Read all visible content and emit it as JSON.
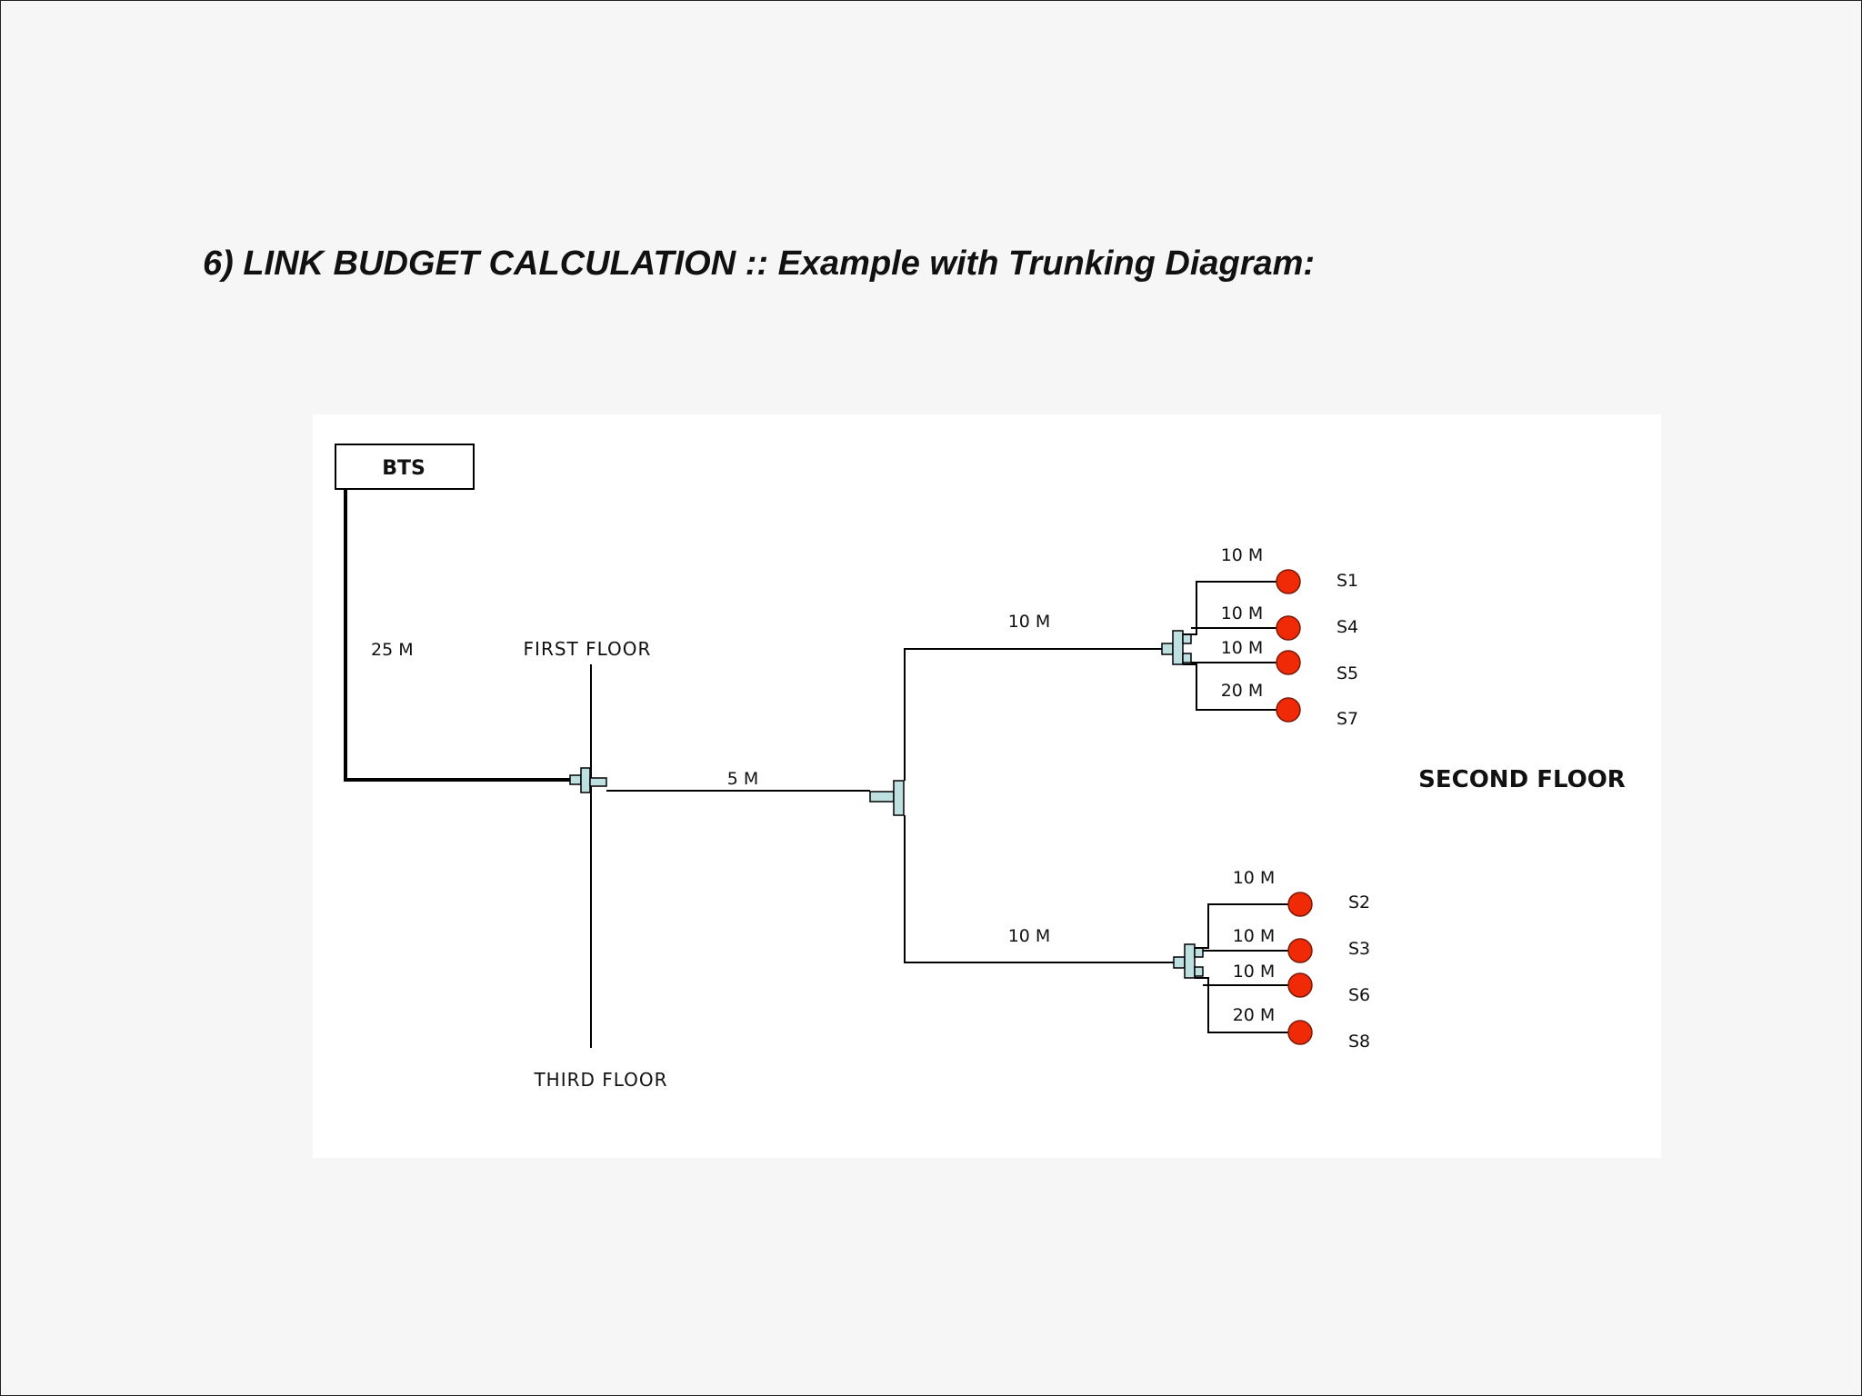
{
  "slide": {
    "title": "6)  LINK BUDGET CALCULATION :: Example with Trunking Diagram:"
  },
  "diagram": {
    "source_label": "BTS",
    "main_feed_length": "25 M",
    "riser_length": "5 M",
    "floors": {
      "first": "FIRST FLOOR",
      "second": "SECOND FLOOR",
      "third": "THIRD FLOOR"
    },
    "upper_branch": {
      "trunk_length": "10 M",
      "antennas": [
        {
          "id": "S1",
          "cable_length": "10 M"
        },
        {
          "id": "S4",
          "cable_length": "10 M"
        },
        {
          "id": "S5",
          "cable_length": "10 M"
        },
        {
          "id": "S7",
          "cable_length": "20 M"
        }
      ]
    },
    "lower_branch": {
      "trunk_length": "10 M",
      "antennas": [
        {
          "id": "S2",
          "cable_length": "10 M"
        },
        {
          "id": "S3",
          "cable_length": "10 M"
        },
        {
          "id": "S6",
          "cable_length": "10 M"
        },
        {
          "id": "S8",
          "cable_length": "20 M"
        }
      ]
    },
    "colors": {
      "antenna": "#f02a06",
      "splitter": "#bfe0e0",
      "cable": "#000000"
    }
  }
}
